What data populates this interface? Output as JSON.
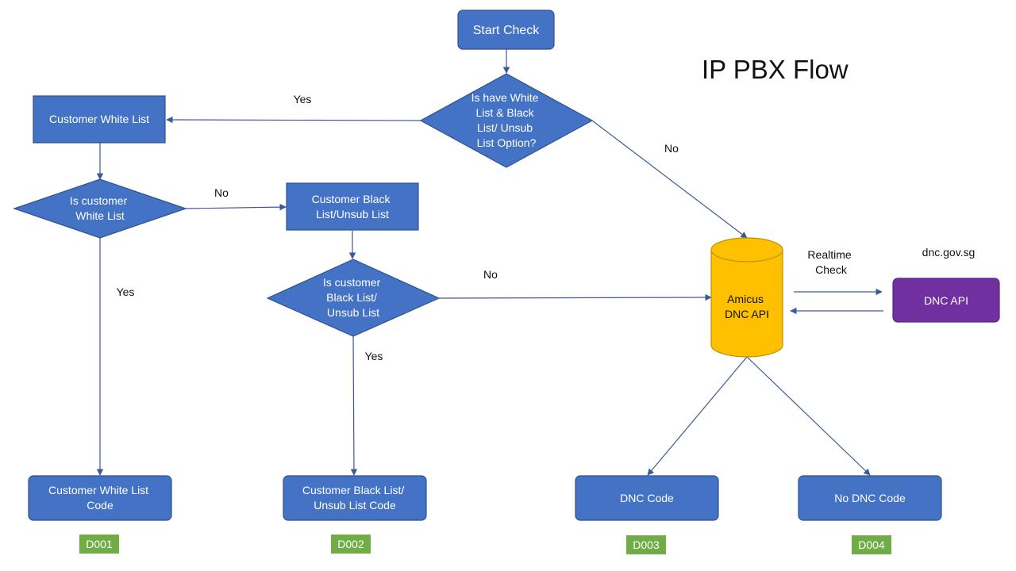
{
  "title": "IP PBX Flow",
  "colors": {
    "node_fill": "#4472c4",
    "node_stroke": "#2f528f",
    "cylinder_fill": "#ffc000",
    "cylinder_stroke": "#bf9000",
    "dnc_api_fill": "#7030a0",
    "code_tag_fill": "#70ad47",
    "edge": "#3a5a9a"
  },
  "nodes": {
    "start": "Start Check",
    "decision_option": [
      "Is have White",
      "List & Black",
      "List/ Unsub",
      "List Option?"
    ],
    "white_list": "Customer White List",
    "decision_white": [
      "Is customer",
      "White List"
    ],
    "black_list": [
      "Customer Black",
      "List/Unsub List"
    ],
    "decision_black": [
      "Is customer",
      "Black List/",
      "Unsub List"
    ],
    "amicus": [
      "Amicus",
      "DNC API"
    ],
    "dnc_api": "DNC API",
    "dnc_domain": "dnc.gov.sg",
    "realtime": [
      "Realtime",
      "Check"
    ],
    "white_code": [
      "Customer White List",
      "Code"
    ],
    "black_code": [
      "Customer Black List/",
      "Unsub List Code"
    ],
    "dnc_code": "DNC Code",
    "no_dnc_code": "No DNC Code"
  },
  "edge_labels": {
    "option_yes": "Yes",
    "option_no": "No",
    "white_no": "No",
    "white_yes": "Yes",
    "black_no": "No",
    "black_yes": "Yes"
  },
  "codes": [
    "D001",
    "D002",
    "D003",
    "D004"
  ]
}
